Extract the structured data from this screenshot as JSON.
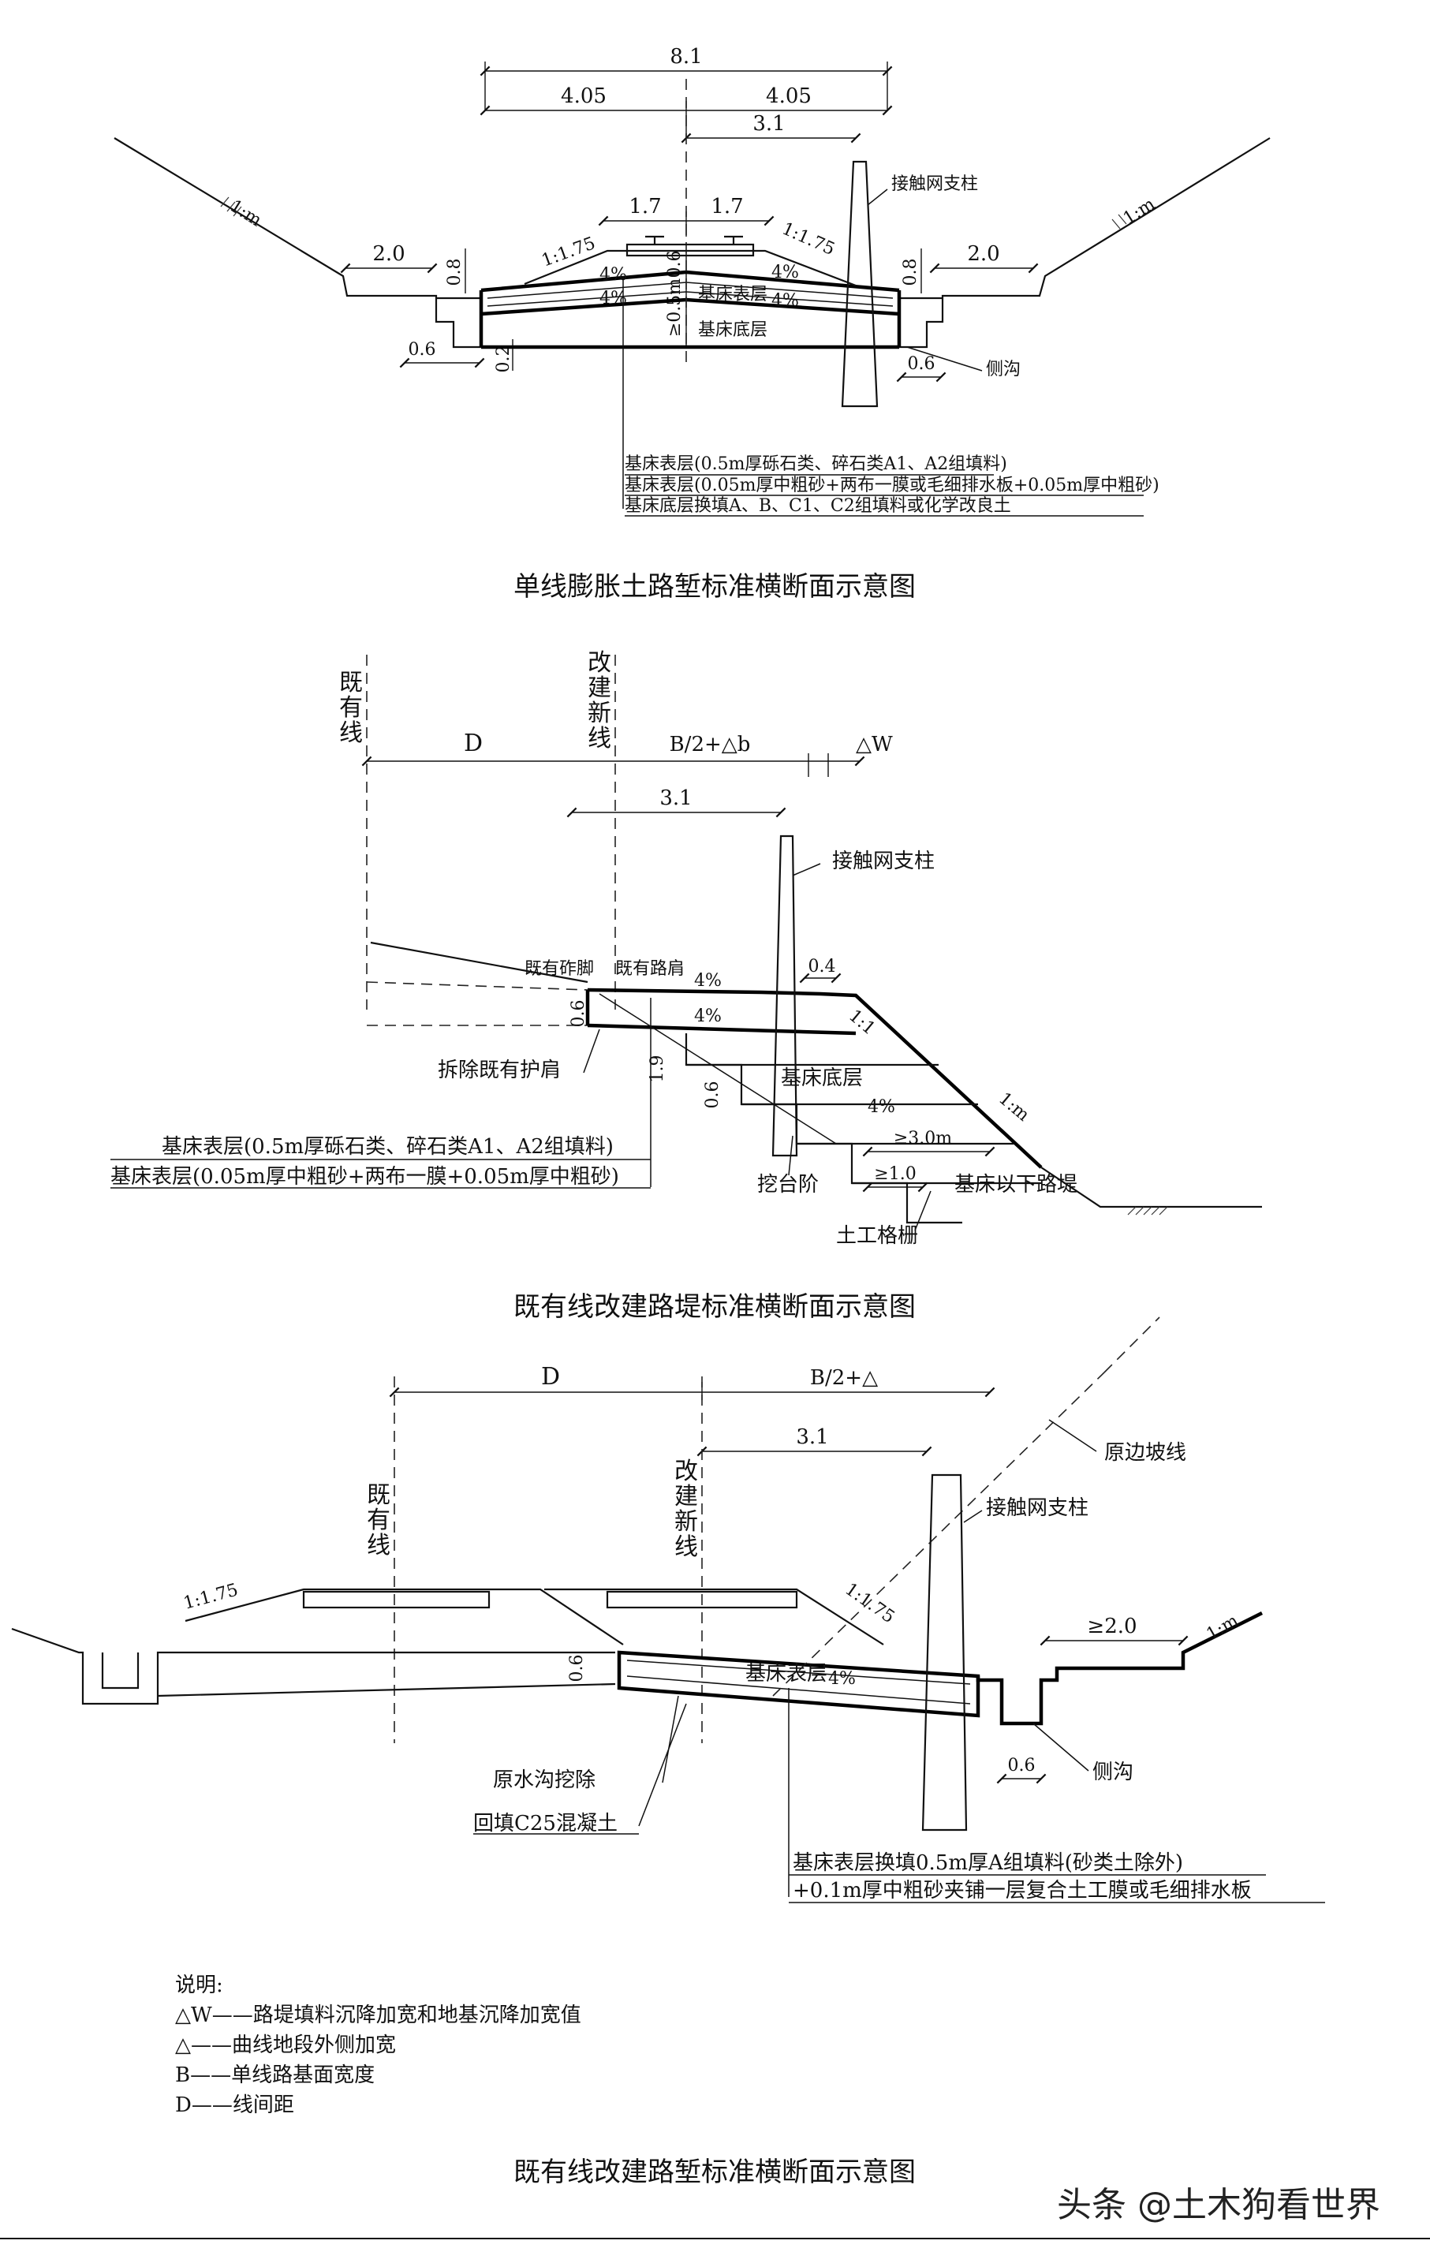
{
  "fig1": {
    "title": "单线膨胀土路堑标准横断面示意图",
    "dim_total": "8.1",
    "dim_half_left": "4.05",
    "dim_half_right": "4.05",
    "dim_pole": "3.1",
    "dim_17_left": "1.7",
    "dim_17_right": "1.7",
    "dim_20_left": "2.0",
    "dim_20_right": "2.0",
    "dim_08_left": "0.8",
    "dim_08_right": "0.8",
    "dim_06_left": "0.6",
    "dim_06_right": "0.6",
    "dim_02": "0.2",
    "dim_depth": "≥0.5m",
    "dim_06b": "0.6",
    "dim_05b": "0.5",
    "slope_left": "1:m",
    "slope_right": "1:m",
    "ballast_left": "1:1.75",
    "ballast_right": "1:1.75",
    "pct_1": "4%",
    "pct_2": "4%",
    "pct_3": "4%",
    "pct_4": "4%",
    "layer_top": "基床表层",
    "layer_bottom": "基床底层",
    "pole_label": "接触网支柱",
    "ditch_label": "侧沟",
    "note1": "基床表层(0.5m厚砾石类、碎石类A1、A2组填料)",
    "note2": "基床表层(0.05m厚中粗砂+两布一膜或毛细排水板+0.05m厚中粗砂)",
    "note3": "基床底层换填A、B、C1、C2组填料或化学改良土"
  },
  "fig2": {
    "title": "既有线改建路堤标准横断面示意图",
    "existing_line": [
      "既",
      "有",
      "线"
    ],
    "new_line": [
      "改",
      "建",
      "新",
      "线"
    ],
    "dim_D": "D",
    "dim_B": "B/2+△b",
    "dim_W": "△W",
    "dim_pole": "3.1",
    "dim_04": "0.4",
    "dim_06": "0.6",
    "dim_19": "1.9",
    "dim_06b": "0.6",
    "dim_30": "≥3.0m",
    "dim_10": "≥1.0",
    "pct_1": "4%",
    "pct_2": "4%",
    "pct_3": "4%",
    "slope_11": "1:1",
    "slope_1m": "1:m",
    "pole_label": "接触网支柱",
    "ballast_toe": "既有砟脚",
    "road_shoulder": "既有路肩",
    "remove_label": "拆除既有护肩",
    "layer_bottom": "基床底层",
    "step_label": "挖台阶",
    "below_label": "基床以下路堤",
    "geogrid_label": "土工格栅",
    "note1": "基床表层(0.5m厚砾石类、碎石类A1、A2组填料)",
    "note2": "基床表层(0.05m厚中粗砂+两布一膜+0.05m厚中粗砂)"
  },
  "fig3": {
    "title": "既有线改建路堑标准横断面示意图",
    "existing_line": [
      "既",
      "有",
      "线"
    ],
    "new_line": [
      "改",
      "建",
      "新",
      "线"
    ],
    "dim_D": "D",
    "dim_B": "B/2+△",
    "dim_pole": "3.1",
    "dim_06": "0.6",
    "dim_20": "≥2.0",
    "dim_06b": "0.6",
    "slope_left": "1:1.75",
    "slope_right": "1:1.75",
    "slope_1m": "1:m",
    "pct_1": "4%",
    "layer_top": "基床表层",
    "orig_slope": "原边坡线",
    "pole_label": "接触网支柱",
    "ditch_label": "侧沟",
    "remove_ditch": "原水沟挖除",
    "backfill": "回填C25混凝土",
    "note1": "基床表层换填0.5m厚A组填料(砂类土除外)",
    "note2": "+0.1m厚中粗砂夹铺一层复合土工膜或毛细排水板"
  },
  "legend": {
    "heading": "说明:",
    "items": [
      "△W——路堤填料沉降加宽和地基沉降加宽值",
      "△——曲线地段外侧加宽",
      "B——单线路基面宽度",
      "D——线间距"
    ]
  },
  "watermark": "头条 @土木狗看世界"
}
